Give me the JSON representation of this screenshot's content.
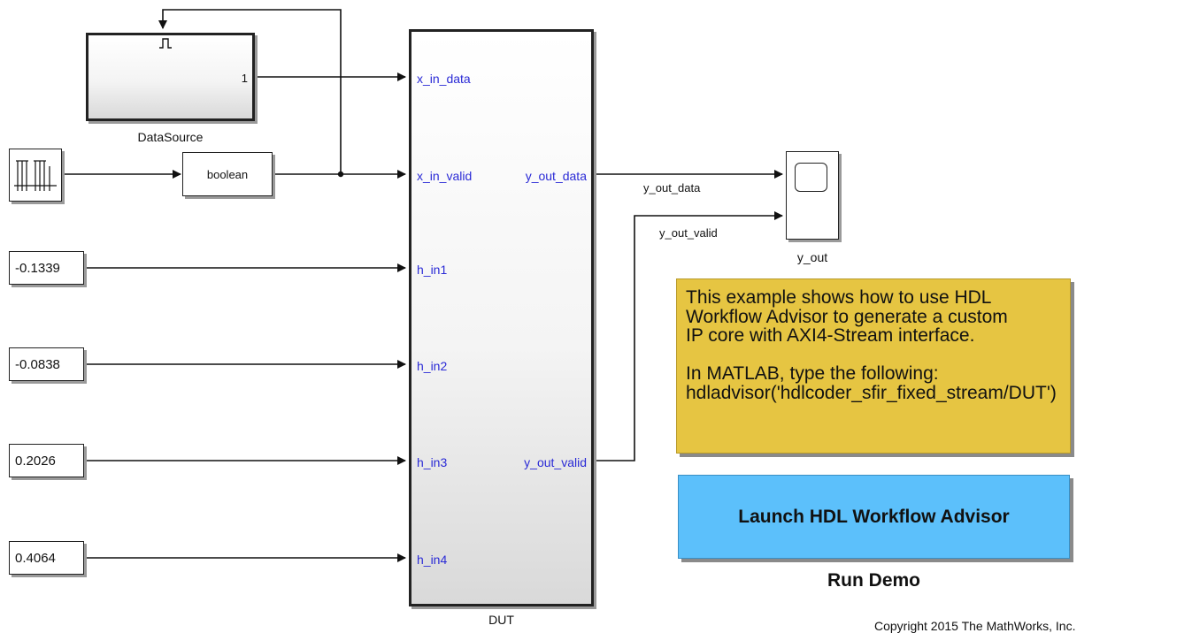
{
  "blocks": {
    "datasource": {
      "name": "DataSource",
      "port_out": "1"
    },
    "convert": {
      "text": "boolean"
    },
    "const_h1": {
      "value": "-0.1339"
    },
    "const_h2": {
      "value": "-0.0838"
    },
    "const_h3": {
      "value": "0.2026"
    },
    "const_h4": {
      "value": "0.4064"
    },
    "dut": {
      "name": "DUT",
      "inputs": [
        "x_in_data",
        "x_in_valid",
        "h_in1",
        "h_in2",
        "h_in3",
        "h_in4"
      ],
      "outputs": [
        "y_out_data",
        "y_out_valid"
      ]
    },
    "scope": {
      "name": "y_out"
    }
  },
  "signals": {
    "y_out_data": "y_out_data",
    "y_out_valid": "y_out_valid"
  },
  "annotation": {
    "lines": [
      "This example shows how to use HDL",
      "Workflow Advisor to generate a custom",
      "IP core with AXI4-Stream interface.",
      "",
      "In MATLAB, type the following:",
      "hdladvisor('hdlcoder_sfir_fixed_stream/DUT')"
    ]
  },
  "launch_button": {
    "label": "Launch HDL Workflow Advisor"
  },
  "run_demo": {
    "label": "Run Demo"
  },
  "copyright": "Copyright 2015 The MathWorks, Inc.",
  "colors": {
    "port_text": "#2a2ad6",
    "annotation_bg": "#e6c542",
    "button_bg": "#5cc0fb"
  }
}
